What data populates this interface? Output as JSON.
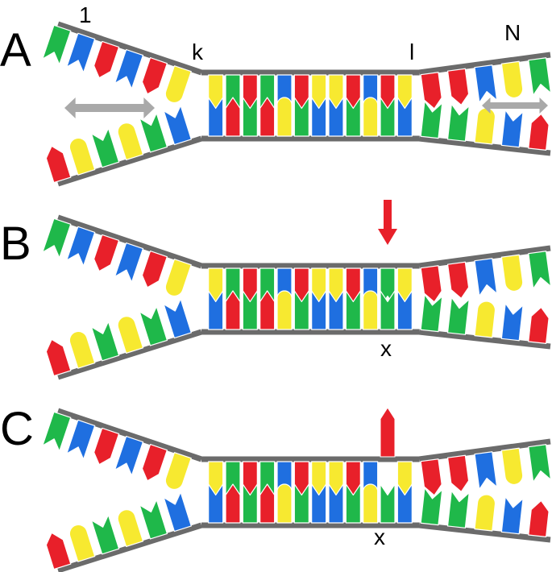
{
  "colors": {
    "green": "#1fb84a",
    "blue": "#1f6fe0",
    "red": "#e8202a",
    "yellow": "#f7e930",
    "backbone": "#6b6b6b",
    "arrow_grey": "#a9a9a9",
    "marker_red": "#e8202a",
    "text": "#000000"
  },
  "index_labels": {
    "start": "1",
    "helix_start": "k",
    "helix_end": "l",
    "end": "N",
    "defect": "x"
  },
  "panels": [
    {
      "letter": "A",
      "top_left": [
        "green",
        "blue",
        "red",
        "blue",
        "red",
        "yellow"
      ],
      "bottom_left": [
        "red",
        "yellow",
        "green",
        "yellow",
        "green",
        "blue"
      ],
      "helix_top": [
        "yellow",
        "green",
        "red",
        "green",
        "blue",
        "red",
        "yellow",
        "yellow",
        "red",
        "blue",
        "red",
        "yellow"
      ],
      "helix_bottom": [
        "blue",
        "red",
        "green",
        "red",
        "yellow",
        "green",
        "blue",
        "blue",
        "green",
        "yellow",
        "green",
        "blue"
      ],
      "top_right": [
        "red",
        "red",
        "blue",
        "yellow",
        "green"
      ],
      "bottom_right": [
        "green",
        "green",
        "yellow",
        "blue",
        "red"
      ],
      "breathing_arrows": true,
      "marker": "none",
      "show_ends": true
    },
    {
      "letter": "B",
      "top_left": [
        "green",
        "blue",
        "red",
        "blue",
        "red",
        "yellow"
      ],
      "bottom_left": [
        "red",
        "yellow",
        "green",
        "yellow",
        "green",
        "blue"
      ],
      "helix_top": [
        "yellow",
        "green",
        "red",
        "green",
        "blue",
        "red",
        "yellow",
        "yellow",
        "red",
        "blue",
        "green",
        "yellow"
      ],
      "helix_bottom": [
        "blue",
        "red",
        "green",
        "red",
        "yellow",
        "green",
        "blue",
        "blue",
        "green",
        "yellow",
        "green",
        "blue"
      ],
      "top_right": [
        "red",
        "red",
        "blue",
        "yellow",
        "green"
      ],
      "bottom_right": [
        "green",
        "green",
        "yellow",
        "blue",
        "red"
      ],
      "breathing_arrows": false,
      "marker": "down",
      "show_ends": false
    },
    {
      "letter": "C",
      "top_left": [
        "green",
        "blue",
        "red",
        "blue",
        "red",
        "yellow"
      ],
      "bottom_left": [
        "red",
        "yellow",
        "green",
        "yellow",
        "green",
        "blue"
      ],
      "helix_top": [
        "yellow",
        "green",
        "red",
        "green",
        "blue",
        "red",
        "yellow",
        "yellow",
        "red",
        "blue",
        "empty",
        "yellow"
      ],
      "helix_bottom": [
        "blue",
        "red",
        "green",
        "red",
        "yellow",
        "green",
        "blue",
        "blue",
        "green",
        "yellow",
        "green",
        "blue"
      ],
      "top_right": [
        "red",
        "red",
        "blue",
        "yellow",
        "green"
      ],
      "bottom_right": [
        "green",
        "green",
        "yellow",
        "blue",
        "red"
      ],
      "breathing_arrows": false,
      "marker": "flipped",
      "show_ends": false
    }
  ]
}
